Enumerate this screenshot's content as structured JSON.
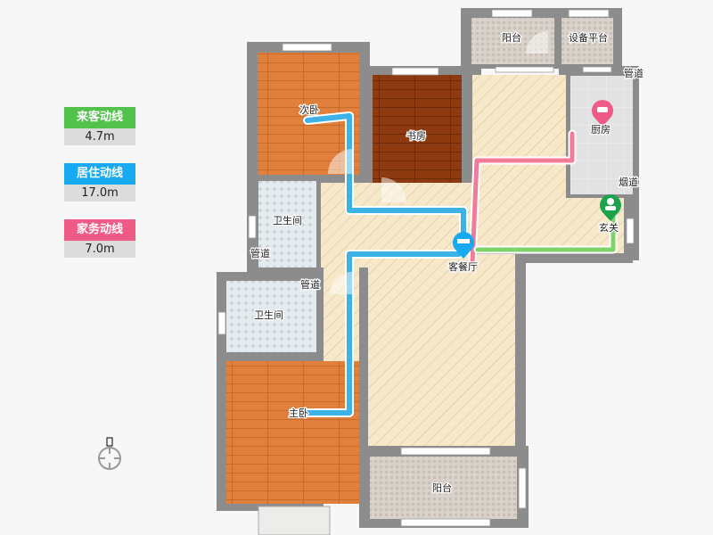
{
  "legend": [
    {
      "label": "来客动线",
      "value": "4.7m",
      "color": "#52c24a"
    },
    {
      "label": "居住动线",
      "value": "17.0m",
      "color": "#17aaf0"
    },
    {
      "label": "家务动线",
      "value": "7.0m",
      "color": "#f05a87"
    }
  ],
  "rooms": {
    "second_bedroom": "次卧",
    "study": "书房",
    "balcony_top": "阳台",
    "equipment_platform": "设备平台",
    "pipe_top_right": "管道",
    "kitchen": "厨房",
    "flue": "烟道",
    "entrance": "玄关",
    "bathroom_top": "卫生间",
    "pipe_left": "管道",
    "living_dining": "客餐厅",
    "pipe_mid": "管道",
    "bathroom_bottom": "卫生间",
    "master_bedroom": "主卧",
    "balcony_bottom": "阳台"
  },
  "compass_icon": "north-compass-icon"
}
